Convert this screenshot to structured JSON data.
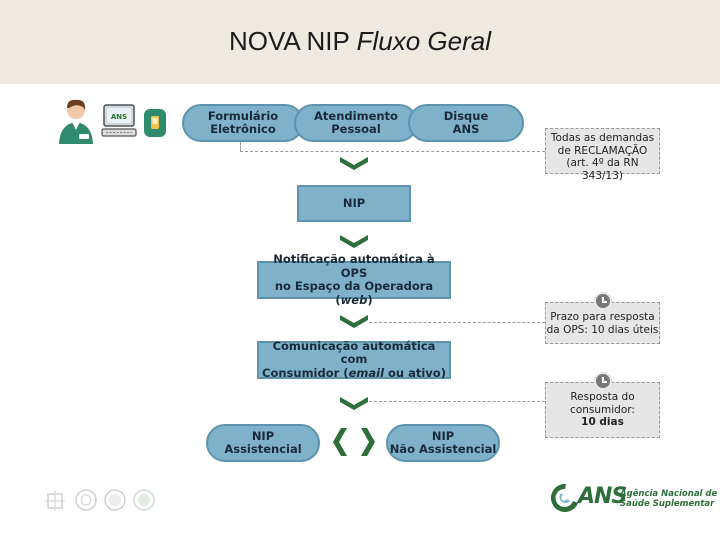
{
  "header": {
    "title_bold": "NOVA NIP",
    "title_italic": "Fluxo Geral"
  },
  "channels": {
    "formulario": "Formulário\nEletrônico",
    "atendimento": "Atendimento\nPessoal",
    "disque": "Disque\nANS",
    "monitor_badge": "ANS"
  },
  "nip_box": "NIP",
  "notificacao": {
    "line1": "Notificação automática à OPS",
    "line2_pre": "no Espaço da Operadora (",
    "line2_em": "web",
    "line2_post": ")"
  },
  "comunicacao": {
    "line1": "Comunicação automática com",
    "line2_pre": "Consumidor (",
    "line2_em": "email",
    "line2_post": " ou ativo)"
  },
  "outcomes": {
    "assistencial": "NIP\nAssistencial",
    "nao_assistencial": "NIP\nNão Assistencial"
  },
  "notes": {
    "demandas": "Todas as demandas\nde RECLAMAÇÃO\n(art. 4º da RN 343/13)",
    "prazo": "Prazo para resposta\nda OPS: 10 dias úteis",
    "resposta_label": "Resposta do\nconsumidor:",
    "resposta_value": "10 dias"
  },
  "logo": {
    "brand": "ANS",
    "line1": "Agência Nacional de",
    "line2": "Saúde Suplementar"
  },
  "colors": {
    "header_bg": "#efeae0",
    "box_fill": "#7fb2c9",
    "box_border": "#5d93ad",
    "chevron": "#2e6e3a",
    "note_bg": "#e6e6e6"
  }
}
